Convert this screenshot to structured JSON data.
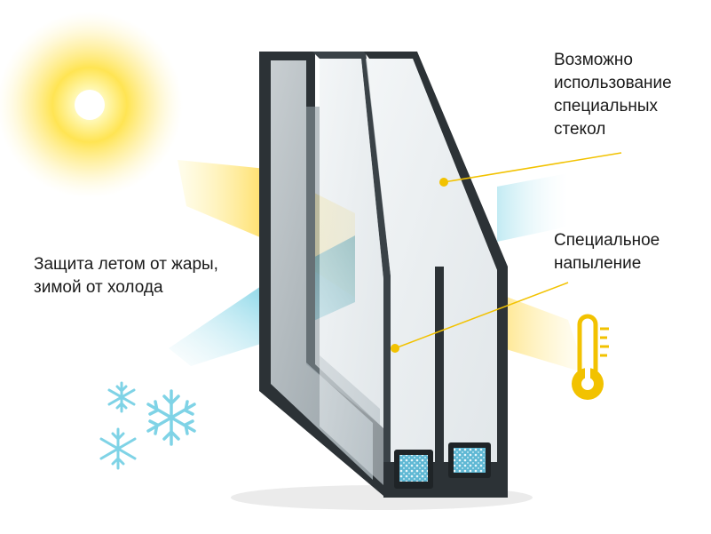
{
  "labels": {
    "special_glass": [
      "Возможно",
      "использование",
      "специальных",
      "стекол"
    ],
    "special_coating": [
      "Специальное",
      "напыление"
    ],
    "protection": [
      "Защита летом от жары,",
      "зимой от холода"
    ]
  },
  "icons": {
    "sun": "sun-icon",
    "thermometer": "thermometer-icon",
    "snowflakes": [
      "snowflake-icon",
      "snowflake-icon",
      "snowflake-icon"
    ]
  },
  "colors": {
    "sun": "#ffd200",
    "callout": "#f2c200",
    "cold_beam": "#7fd3e6",
    "frame": "#2c3236",
    "glass": "#c9d3d8",
    "spacer_fill": "#5fb8d4"
  }
}
